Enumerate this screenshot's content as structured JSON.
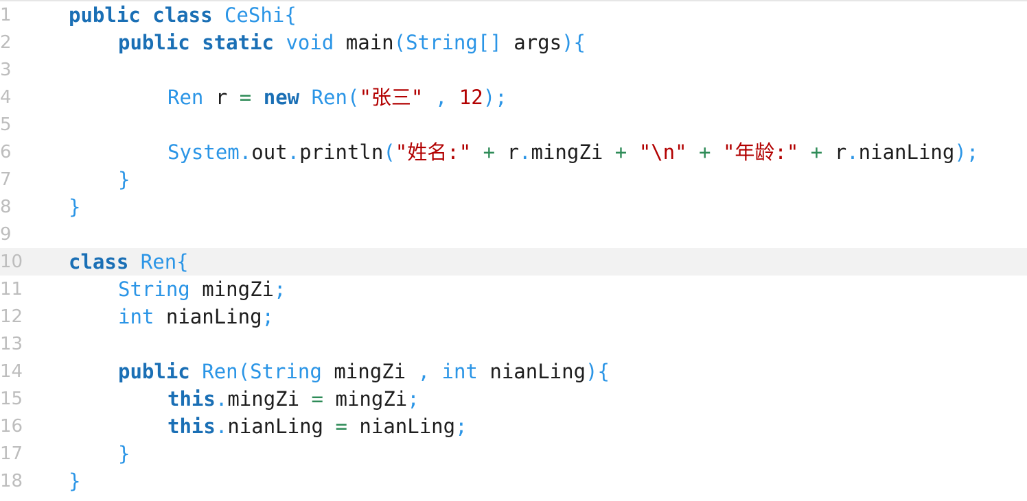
{
  "lines": [
    {
      "n": "1",
      "indent": 0,
      "tokens": [
        [
          "kw",
          "public"
        ],
        [
          "sp",
          " "
        ],
        [
          "kw",
          "class"
        ],
        [
          "sp",
          " "
        ],
        [
          "ty",
          "CeShi"
        ],
        [
          "pu",
          "{"
        ]
      ]
    },
    {
      "n": "2",
      "indent": 1,
      "tokens": [
        [
          "kw",
          "public"
        ],
        [
          "sp",
          " "
        ],
        [
          "kw",
          "static"
        ],
        [
          "sp",
          " "
        ],
        [
          "ty",
          "void"
        ],
        [
          "sp",
          " "
        ],
        [
          "id",
          "main"
        ],
        [
          "pu",
          "("
        ],
        [
          "ty",
          "String"
        ],
        [
          "pu",
          "[]"
        ],
        [
          "sp",
          " "
        ],
        [
          "id",
          "args"
        ],
        [
          "pu",
          "){"
        ]
      ]
    },
    {
      "n": "3",
      "indent": 0,
      "tokens": []
    },
    {
      "n": "4",
      "indent": 2,
      "tokens": [
        [
          "ty",
          "Ren"
        ],
        [
          "sp",
          " "
        ],
        [
          "id",
          "r"
        ],
        [
          "sp",
          " "
        ],
        [
          "op",
          "="
        ],
        [
          "sp",
          " "
        ],
        [
          "kw",
          "new"
        ],
        [
          "sp",
          " "
        ],
        [
          "ty",
          "Ren"
        ],
        [
          "pu",
          "("
        ],
        [
          "st",
          "\"张三\""
        ],
        [
          "sp",
          " "
        ],
        [
          "pu",
          ","
        ],
        [
          "sp",
          " "
        ],
        [
          "nu",
          "12"
        ],
        [
          "pu",
          ");"
        ]
      ]
    },
    {
      "n": "5",
      "indent": 0,
      "tokens": []
    },
    {
      "n": "6",
      "indent": 2,
      "tokens": [
        [
          "ty",
          "System"
        ],
        [
          "pu",
          "."
        ],
        [
          "id",
          "out"
        ],
        [
          "pu",
          "."
        ],
        [
          "id",
          "println"
        ],
        [
          "pu",
          "("
        ],
        [
          "st",
          "\"姓名:\""
        ],
        [
          "sp",
          " "
        ],
        [
          "op",
          "+"
        ],
        [
          "sp",
          " "
        ],
        [
          "id",
          "r"
        ],
        [
          "pu",
          "."
        ],
        [
          "id",
          "mingZi"
        ],
        [
          "sp",
          " "
        ],
        [
          "op",
          "+"
        ],
        [
          "sp",
          " "
        ],
        [
          "st",
          "\"\\n\""
        ],
        [
          "sp",
          " "
        ],
        [
          "op",
          "+"
        ],
        [
          "sp",
          " "
        ],
        [
          "st",
          "\"年龄:\""
        ],
        [
          "sp",
          " "
        ],
        [
          "op",
          "+"
        ],
        [
          "sp",
          " "
        ],
        [
          "id",
          "r"
        ],
        [
          "pu",
          "."
        ],
        [
          "id",
          "nianLing"
        ],
        [
          "pu",
          ");"
        ]
      ]
    },
    {
      "n": "7",
      "indent": 1,
      "tokens": [
        [
          "pu",
          "}"
        ]
      ]
    },
    {
      "n": "8",
      "indent": 0,
      "tokens": [
        [
          "pu",
          "}"
        ]
      ]
    },
    {
      "n": "9",
      "indent": 0,
      "tokens": []
    },
    {
      "n": "10",
      "indent": 0,
      "current": true,
      "tokens": [
        [
          "kw",
          "class"
        ],
        [
          "sp",
          " "
        ],
        [
          "ty",
          "Ren"
        ],
        [
          "pu",
          "{"
        ]
      ]
    },
    {
      "n": "11",
      "indent": 1,
      "tokens": [
        [
          "ty",
          "String"
        ],
        [
          "sp",
          " "
        ],
        [
          "id",
          "mingZi"
        ],
        [
          "pu",
          ";"
        ]
      ]
    },
    {
      "n": "12",
      "indent": 1,
      "tokens": [
        [
          "ty",
          "int"
        ],
        [
          "sp",
          " "
        ],
        [
          "id",
          "nianLing"
        ],
        [
          "pu",
          ";"
        ]
      ]
    },
    {
      "n": "13",
      "indent": 0,
      "tokens": []
    },
    {
      "n": "14",
      "indent": 1,
      "tokens": [
        [
          "kw",
          "public"
        ],
        [
          "sp",
          " "
        ],
        [
          "ty",
          "Ren"
        ],
        [
          "pu",
          "("
        ],
        [
          "ty",
          "String"
        ],
        [
          "sp",
          " "
        ],
        [
          "id",
          "mingZi"
        ],
        [
          "sp",
          " "
        ],
        [
          "pu",
          ","
        ],
        [
          "sp",
          " "
        ],
        [
          "ty",
          "int"
        ],
        [
          "sp",
          " "
        ],
        [
          "id",
          "nianLing"
        ],
        [
          "pu",
          "){"
        ]
      ]
    },
    {
      "n": "15",
      "indent": 2,
      "tokens": [
        [
          "kw",
          "this"
        ],
        [
          "pu",
          "."
        ],
        [
          "id",
          "mingZi"
        ],
        [
          "sp",
          " "
        ],
        [
          "op",
          "="
        ],
        [
          "sp",
          " "
        ],
        [
          "id",
          "mingZi"
        ],
        [
          "pu",
          ";"
        ]
      ]
    },
    {
      "n": "16",
      "indent": 2,
      "tokens": [
        [
          "kw",
          "this"
        ],
        [
          "pu",
          "."
        ],
        [
          "id",
          "nianLing"
        ],
        [
          "sp",
          " "
        ],
        [
          "op",
          "="
        ],
        [
          "sp",
          " "
        ],
        [
          "id",
          "nianLing"
        ],
        [
          "pu",
          ";"
        ]
      ]
    },
    {
      "n": "17",
      "indent": 1,
      "tokens": [
        [
          "pu",
          "}"
        ]
      ]
    },
    {
      "n": "18",
      "indent": 0,
      "tokens": [
        [
          "pu",
          "}"
        ]
      ]
    }
  ]
}
